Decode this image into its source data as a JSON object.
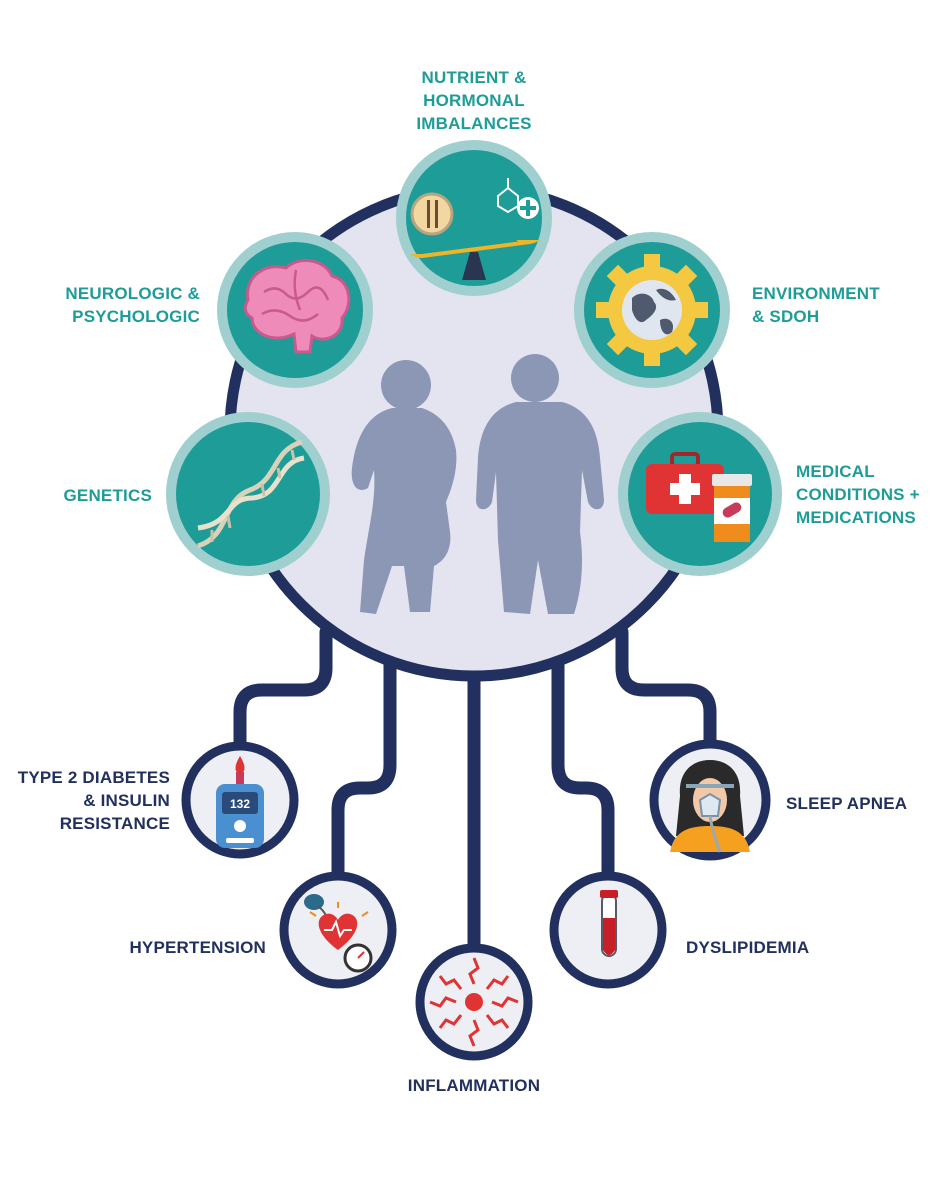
{
  "colors": {
    "teal": "#1e9c98",
    "teal_ring": "#9fcfce",
    "navy": "#22305f",
    "center_fill": "#e3e4ef",
    "silhouette": "#8c96b5",
    "small_circle_fill": "#eeeef5"
  },
  "causes": [
    {
      "id": "nutrient",
      "label": "NUTRIENT &\nHORMONAL\nIMBALANCES",
      "icon": "balance-scale-icon"
    },
    {
      "id": "neurologic",
      "label": "NEUROLOGIC &\nPSYCHOLOGIC",
      "icon": "brain-icon"
    },
    {
      "id": "environment",
      "label": "ENVIRONMENT\n& SDOH",
      "icon": "gear-globe-icon"
    },
    {
      "id": "genetics",
      "label": "GENETICS",
      "icon": "dna-icon"
    },
    {
      "id": "medical",
      "label": "MEDICAL\nCONDITIONS +\nMEDICATIONS",
      "icon": "medical-kit-pills-icon"
    }
  ],
  "outcomes": [
    {
      "id": "diabetes",
      "label": "TYPE 2 DIABETES\n& INSULIN\nRESISTANCE",
      "icon": "glucose-meter-icon",
      "reading": "132"
    },
    {
      "id": "hypertension",
      "label": "HYPERTENSION",
      "icon": "blood-pressure-icon"
    },
    {
      "id": "inflammation",
      "label": "INFLAMMATION",
      "icon": "inflammation-burst-icon"
    },
    {
      "id": "dyslipidemia",
      "label": "DYSLIPIDEMIA",
      "icon": "blood-tube-icon"
    },
    {
      "id": "sleep_apnea",
      "label": "SLEEP APNEA",
      "icon": "cpap-mask-icon"
    }
  ]
}
